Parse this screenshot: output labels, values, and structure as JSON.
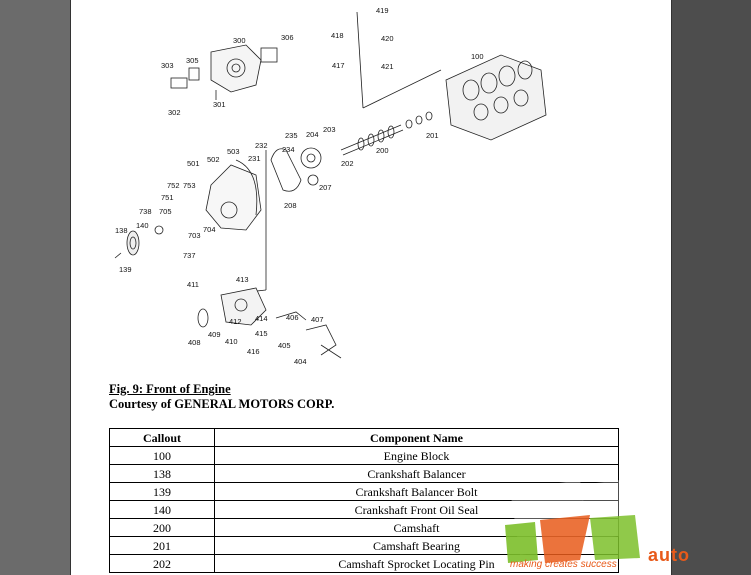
{
  "figure": {
    "title": "Fig. 9: Front of Engine",
    "courtesy": "Courtesy of GENERAL MOTORS CORP."
  },
  "callouts": [
    "419",
    "418",
    "420",
    "417",
    "421",
    "300",
    "306",
    "303",
    "305",
    "301",
    "302",
    "100",
    "235",
    "204",
    "203",
    "232",
    "234",
    "201",
    "200",
    "202",
    "503",
    "231",
    "501",
    "502",
    "752",
    "753",
    "751",
    "705",
    "738",
    "140",
    "138",
    "139",
    "704",
    "703",
    "737",
    "208",
    "207",
    "411",
    "413",
    "414",
    "412",
    "406",
    "407",
    "415",
    "409",
    "410",
    "416",
    "405",
    "404",
    "408"
  ],
  "table": {
    "headers": [
      "Callout",
      "Component Name"
    ],
    "rows": [
      [
        "100",
        "Engine Block"
      ],
      [
        "138",
        "Crankshaft Balancer"
      ],
      [
        "139",
        "Crankshaft Balancer Bolt"
      ],
      [
        "140",
        "Crankshaft Front Oil Seal"
      ],
      [
        "200",
        "Camshaft"
      ],
      [
        "201",
        "Camshaft Bearing"
      ],
      [
        "202",
        "Camshaft Sprocket Locating Pin"
      ]
    ]
  },
  "watermark": {
    "logo_text": "auto",
    "slogan": "making creates success"
  },
  "colors": {
    "page": "#ffffff",
    "viewer_background": "#5a5a5a",
    "watermark": "#e85a1a",
    "watermark_green": "#7cbf2a"
  }
}
